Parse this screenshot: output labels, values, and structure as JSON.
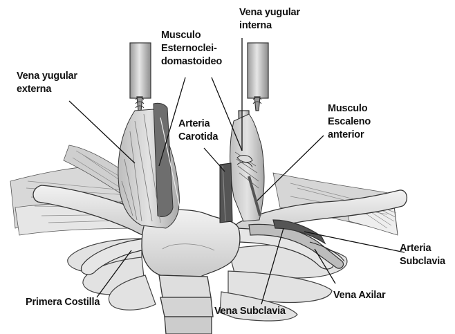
{
  "diagram": {
    "colors": {
      "bone": "#e4e4e4",
      "bone_shadow": "#c4c4c4",
      "muscle": "#cfcfcf",
      "muscle_dark": "#9a9a9a",
      "vessel_dark": "#555555",
      "outline": "#333333",
      "leader": "#111111"
    },
    "labels": {
      "yugular_interna": [
        "Vena yugular",
        "interna"
      ],
      "esternocleido": [
        "Musculo",
        "Esternoclei-",
        "domastoideo"
      ],
      "yugular_externa": [
        "Vena yugular",
        "externa"
      ],
      "escaleno": [
        "Musculo",
        "Escaleno",
        "anterior"
      ],
      "carotida": [
        "Arteria",
        "Carotida"
      ],
      "subclavia_art": [
        "Arteria",
        "Subclavia"
      ],
      "primera_costilla": [
        "Primera Costilla"
      ],
      "vena_subclavia": [
        "Vena Subclavia"
      ],
      "vena_axilar": [
        "Vena Axilar"
      ]
    }
  }
}
